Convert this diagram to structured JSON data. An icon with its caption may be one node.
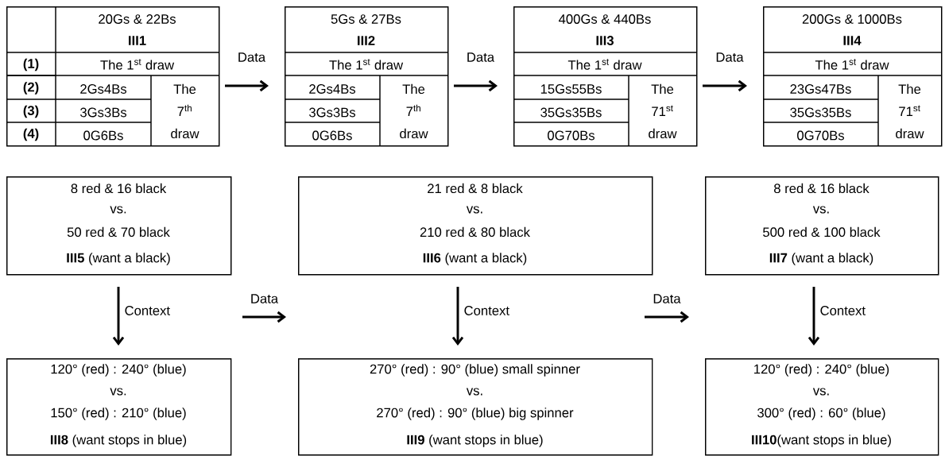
{
  "diagram": {
    "nodes": [
      {
        "text": [
          "20Gs & 22Bs",
          "III1",
          "The 1$^{st}$ draw",
          "2Gs4Bs",
          "3Gs3Bs",
          "0G6Bs",
          "The 7$^{th}$ draw"
        ]
      },
      {
        "text": [
          "5Gs & 27Bs",
          "III2",
          "The 1$^{st}$ draw",
          "2Gs4Bs",
          "3Gs3Bs",
          "0G6Bs",
          "The 7$^{th}$ draw"
        ]
      },
      {
        "text": [
          "400Gs & 440Bs",
          "III3",
          "The 1$^{st}$ draw",
          "15Gs55Bs",
          "35Gs35Bs",
          "0G70Bs",
          "The 71$^{st}$ draw"
        ]
      },
      {
        "text": [
          "200Gs & 1000Bs",
          "III4",
          "The 1$^{st}$ draw",
          "23Gs47Bs",
          "35Gs35Bs",
          "0G70Bs",
          "The 71$^{st}$ draw"
        ]
      },
      {
        "text": [
          "8 red & 16 black",
          "vs.",
          "50 red & 70 black",
          "**III5** (want a black)"
        ]
      },
      {
        "text": [
          "21 red & 8 black",
          "vs.",
          "210 red & 80 black",
          "**III6** (want a black)"
        ]
      },
      {
        "text": [
          "8 red & 16 black",
          "vs.",
          "500 red & 100 black",
          "**III7** (want a black)"
        ]
      },
      {
        "text": [
          "120° (red) : 240° (blue)",
          "vs.",
          "150° (red) : 210° (blue)",
          "**III8** (want stops in blue)"
        ]
      },
      {
        "text": [
          "270° (red) : 90° (blue) small spinner",
          "vs.",
          "270° (red) : 90° (blue) big spinner",
          "**III9** (want stops in blue)"
        ]
      },
      {
        "text": [
          "120° (red) : 240° (blue)",
          "vs.",
          "300° (red) : 60° (blue)",
          "**III10**(want stops in blue)"
        ]
      }
    ],
    "edges": [
      {
        "from": 0,
        "to": 1,
        "arrow": "to",
        "label": "Data"
      },
      {
        "from": 1,
        "to": 2,
        "arrow": "to",
        "label": "Data"
      },
      {
        "from": 2,
        "to": 3,
        "arrow": "to",
        "label": "Data"
      },
      {
        "from": 4,
        "to": 7,
        "arrow": "to",
        "label": "Context"
      },
      {
        "from": 5,
        "to": 8,
        "arrow": "to",
        "label": "Context"
      },
      {
        "from": 6,
        "to": 9,
        "arrow": "to",
        "label": "Context"
      }
    ],
    "labels": [
      "(1)",
      "(2)",
      "(3)",
      "(4)",
      "Data",
      "Data"
    ]
  }
}
